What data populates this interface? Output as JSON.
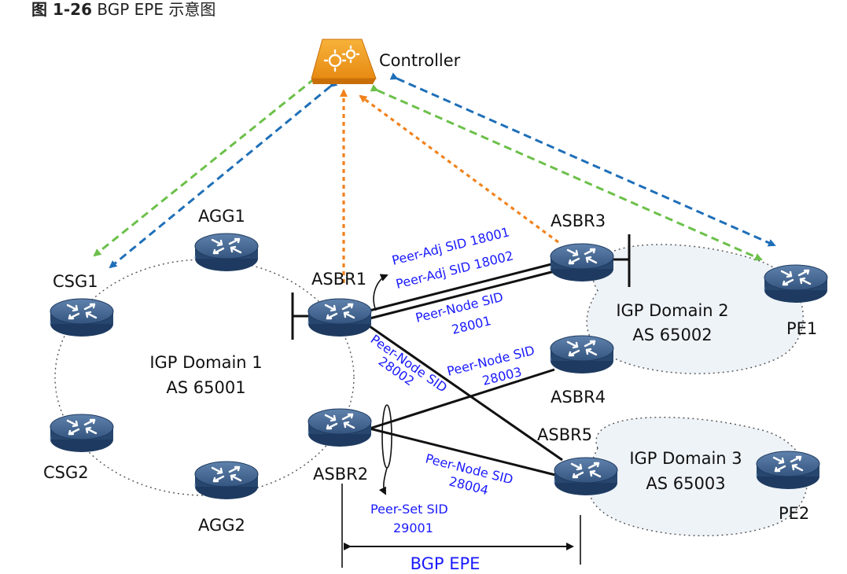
{
  "figure": {
    "number": "图 1-26",
    "caption": "BGP EPE 示意图"
  },
  "controller": {
    "label": "Controller"
  },
  "routers": {
    "agg1": "AGG1",
    "agg2": "AGG2",
    "csg1": "CSG1",
    "csg2": "CSG2",
    "asbr1": "ASBR1",
    "asbr2": "ASBR2",
    "asbr3": "ASBR3",
    "asbr4": "ASBR4",
    "asbr5": "ASBR5",
    "pe1": "PE1",
    "pe2": "PE2"
  },
  "domains": {
    "d1": {
      "name": "IGP Domain 1",
      "as": "AS 65001"
    },
    "d2": {
      "name": "IGP Domain 2",
      "as": "AS 65002"
    },
    "d3": {
      "name": "IGP Domain 3",
      "as": "AS 65003"
    }
  },
  "sids": {
    "adj1": "Peer-Adj SID 18001",
    "adj2": "Peer-Adj SID 18002",
    "node1": "Peer-Node SID",
    "node1_val": "28001",
    "node2": "Peer-Node SID",
    "node2_val": "28002",
    "node3": "Peer-Node SID",
    "node3_val": "28003",
    "node4": "Peer-Node SID",
    "node4_val": "28004",
    "set": "Peer-Set SID",
    "set_val": "29001"
  },
  "epe_label": "BGP EPE",
  "colors": {
    "green": "#6cc04a",
    "blue": "#1f6fb8",
    "orange": "#f0831e",
    "sid_text": "#1a1aff",
    "router_body": "#2e4f7a",
    "domain_fill": "#eef3f8"
  }
}
